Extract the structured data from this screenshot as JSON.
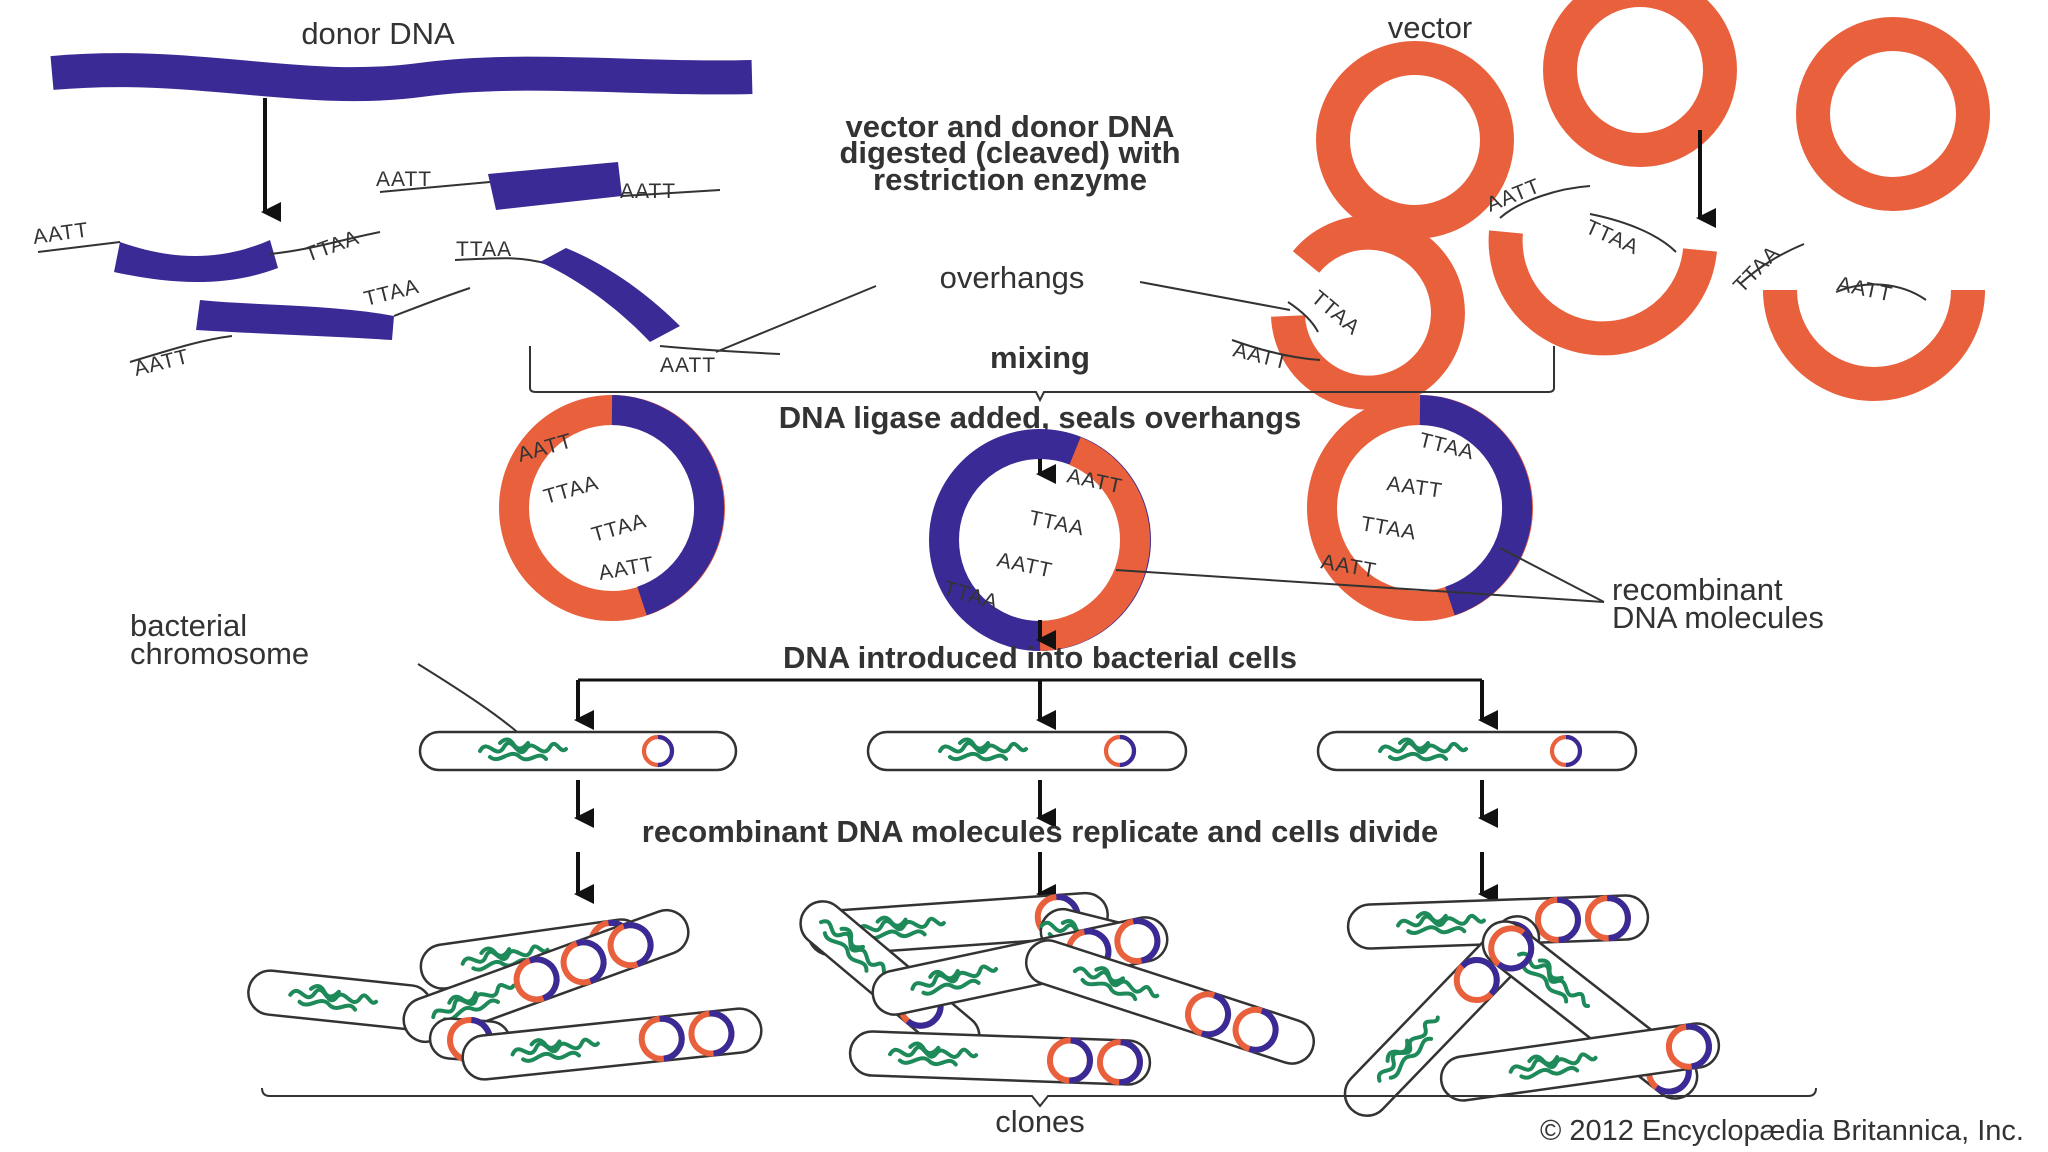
{
  "labels": {
    "donor_dna": "donor DNA",
    "vector": "vector",
    "digest_line1": "vector and donor DNA",
    "digest_line2": "digested (cleaved) with",
    "digest_line3": "restriction enzyme",
    "overhangs": "overhangs",
    "mixing": "mixing",
    "ligase": "DNA ligase added, seals overhangs",
    "recombinant_line1": "recombinant",
    "recombinant_line2": "DNA molecules",
    "bacterial_line1": "bacterial",
    "bacterial_line2": "chromosome",
    "introduced": "DNA introduced into bacterial cells",
    "replicate": "recombinant DNA molecules replicate and cells divide",
    "clones": "clones",
    "copyright": "© 2012 Encyclopædia Britannica, Inc."
  },
  "sequences": {
    "sticky_a": "AATT",
    "sticky_b": "TTAA"
  },
  "colors": {
    "donor": "#3a2a95",
    "vector": "#e8603c",
    "chromosome": "#1e8a5a"
  },
  "icons": {
    "arrow": "down-arrow-icon",
    "plasmid": "plasmid-icon",
    "cell": "bacterial-cell-icon"
  }
}
